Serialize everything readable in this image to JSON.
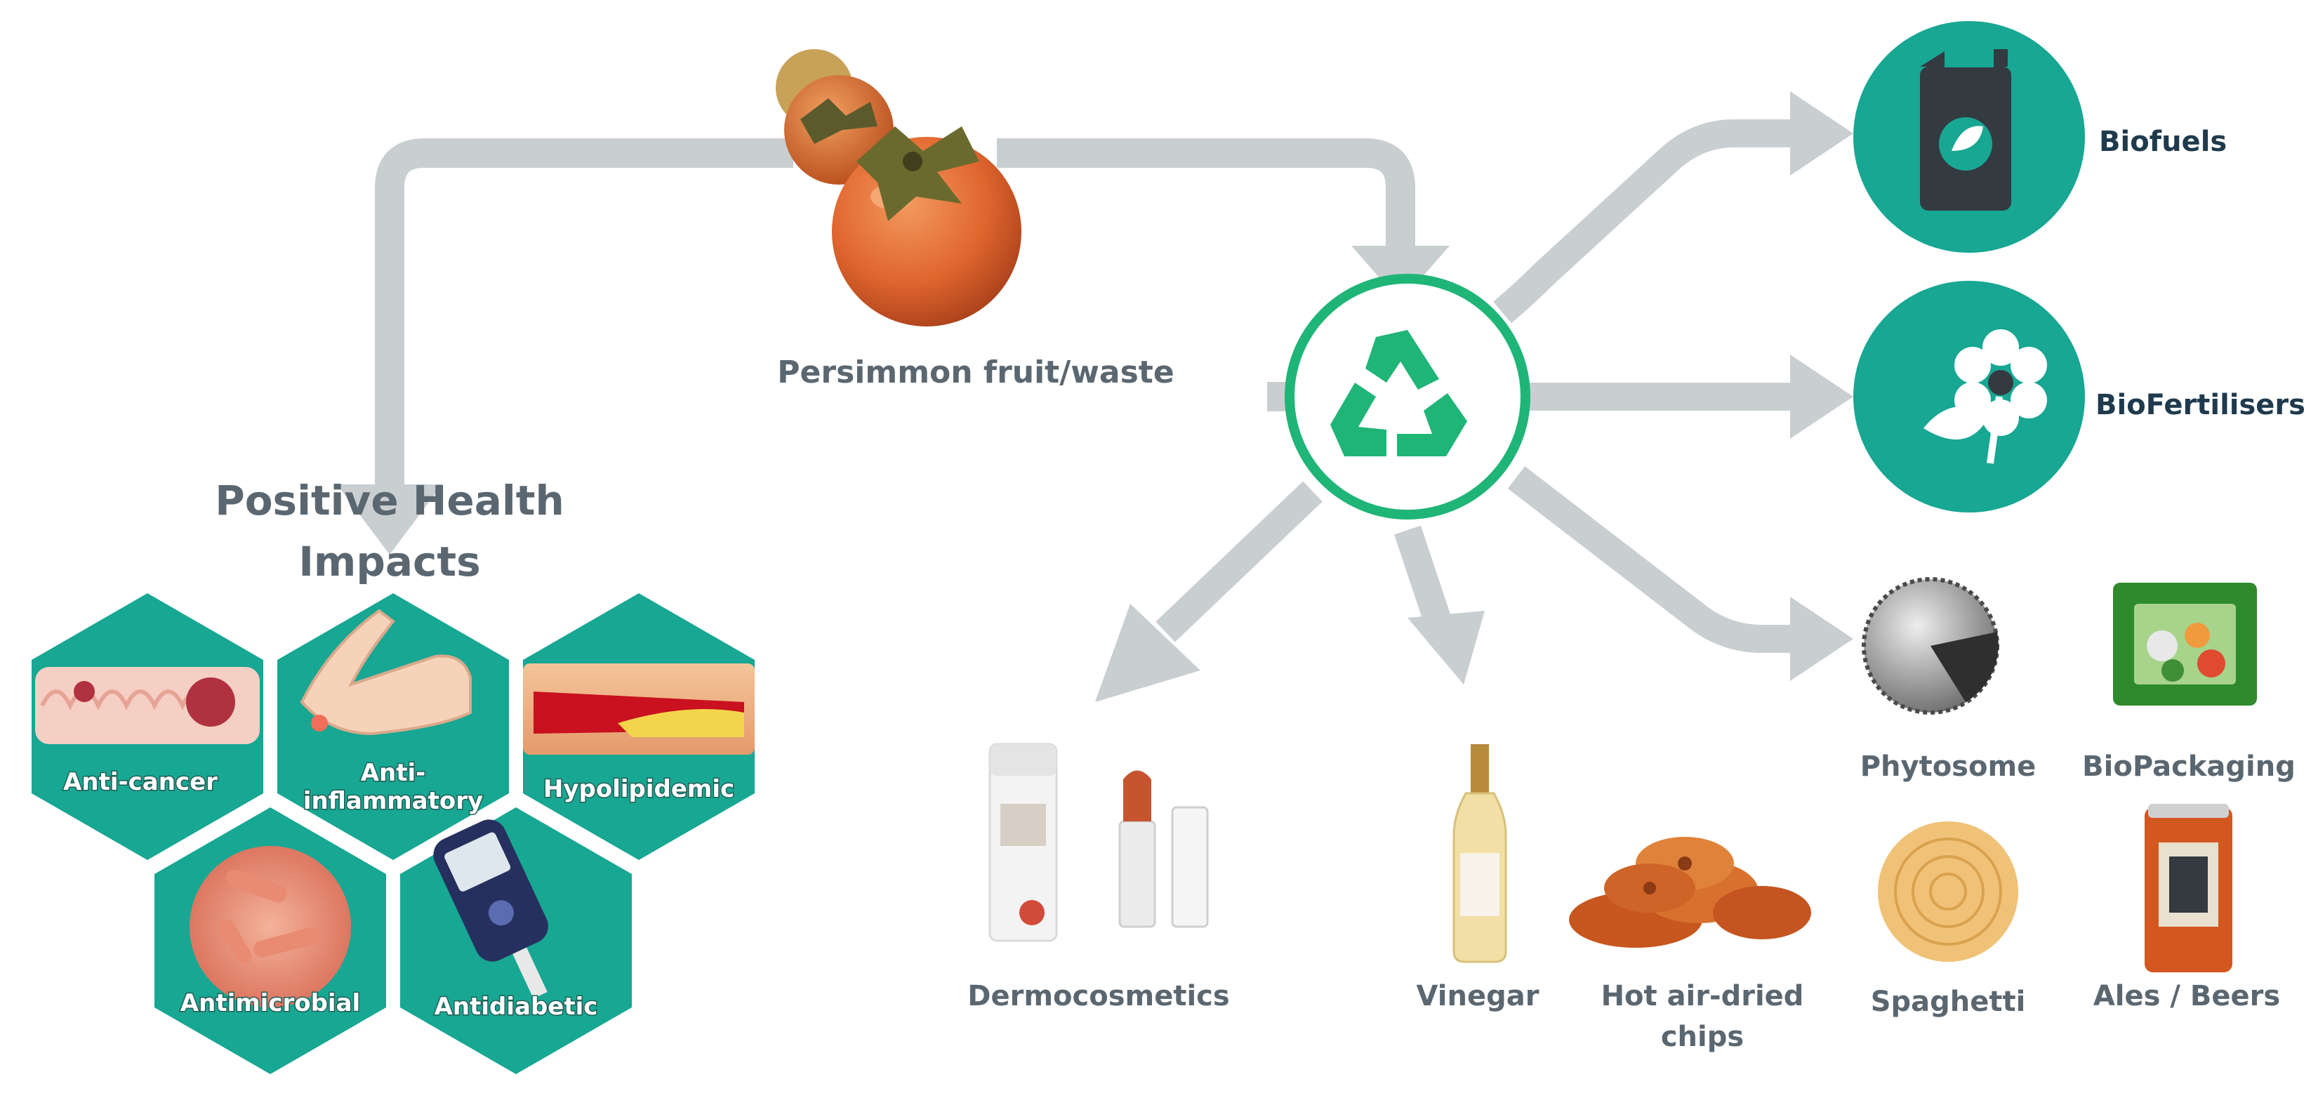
{
  "source": {
    "label": "Persimmon fruit/waste"
  },
  "health": {
    "title_line1": "Positive Health",
    "title_line2": "Impacts",
    "items": [
      {
        "key": "anticancer",
        "label": "Anti-cancer"
      },
      {
        "key": "antiinflammatory",
        "label_line1": "Anti-",
        "label_line2": "inflammatory"
      },
      {
        "key": "hypolipidemic",
        "label": "Hypolipidemic"
      },
      {
        "key": "antimicrobial",
        "label": "Antimicrobial"
      },
      {
        "key": "antidiabetic",
        "label": "Antidiabetic"
      }
    ]
  },
  "products": {
    "biofuels": "Biofuels",
    "biofertilisers": "BioFertilisers",
    "phytosome": "Phytosome",
    "biopackaging": "BioPackaging",
    "dermocosmetics": "Dermocosmetics",
    "vinegar": "Vinegar",
    "chips_line1": "Hot air-dried",
    "chips_line2": "chips",
    "spaghetti": "Spaghetti",
    "ales": "Ales / Beers"
  },
  "colors": {
    "arrow": "#c9ced1",
    "teal": "#17a793",
    "recycle_green": "#1fb577",
    "label": "#5b6770",
    "persimmon": "#e0652e"
  }
}
